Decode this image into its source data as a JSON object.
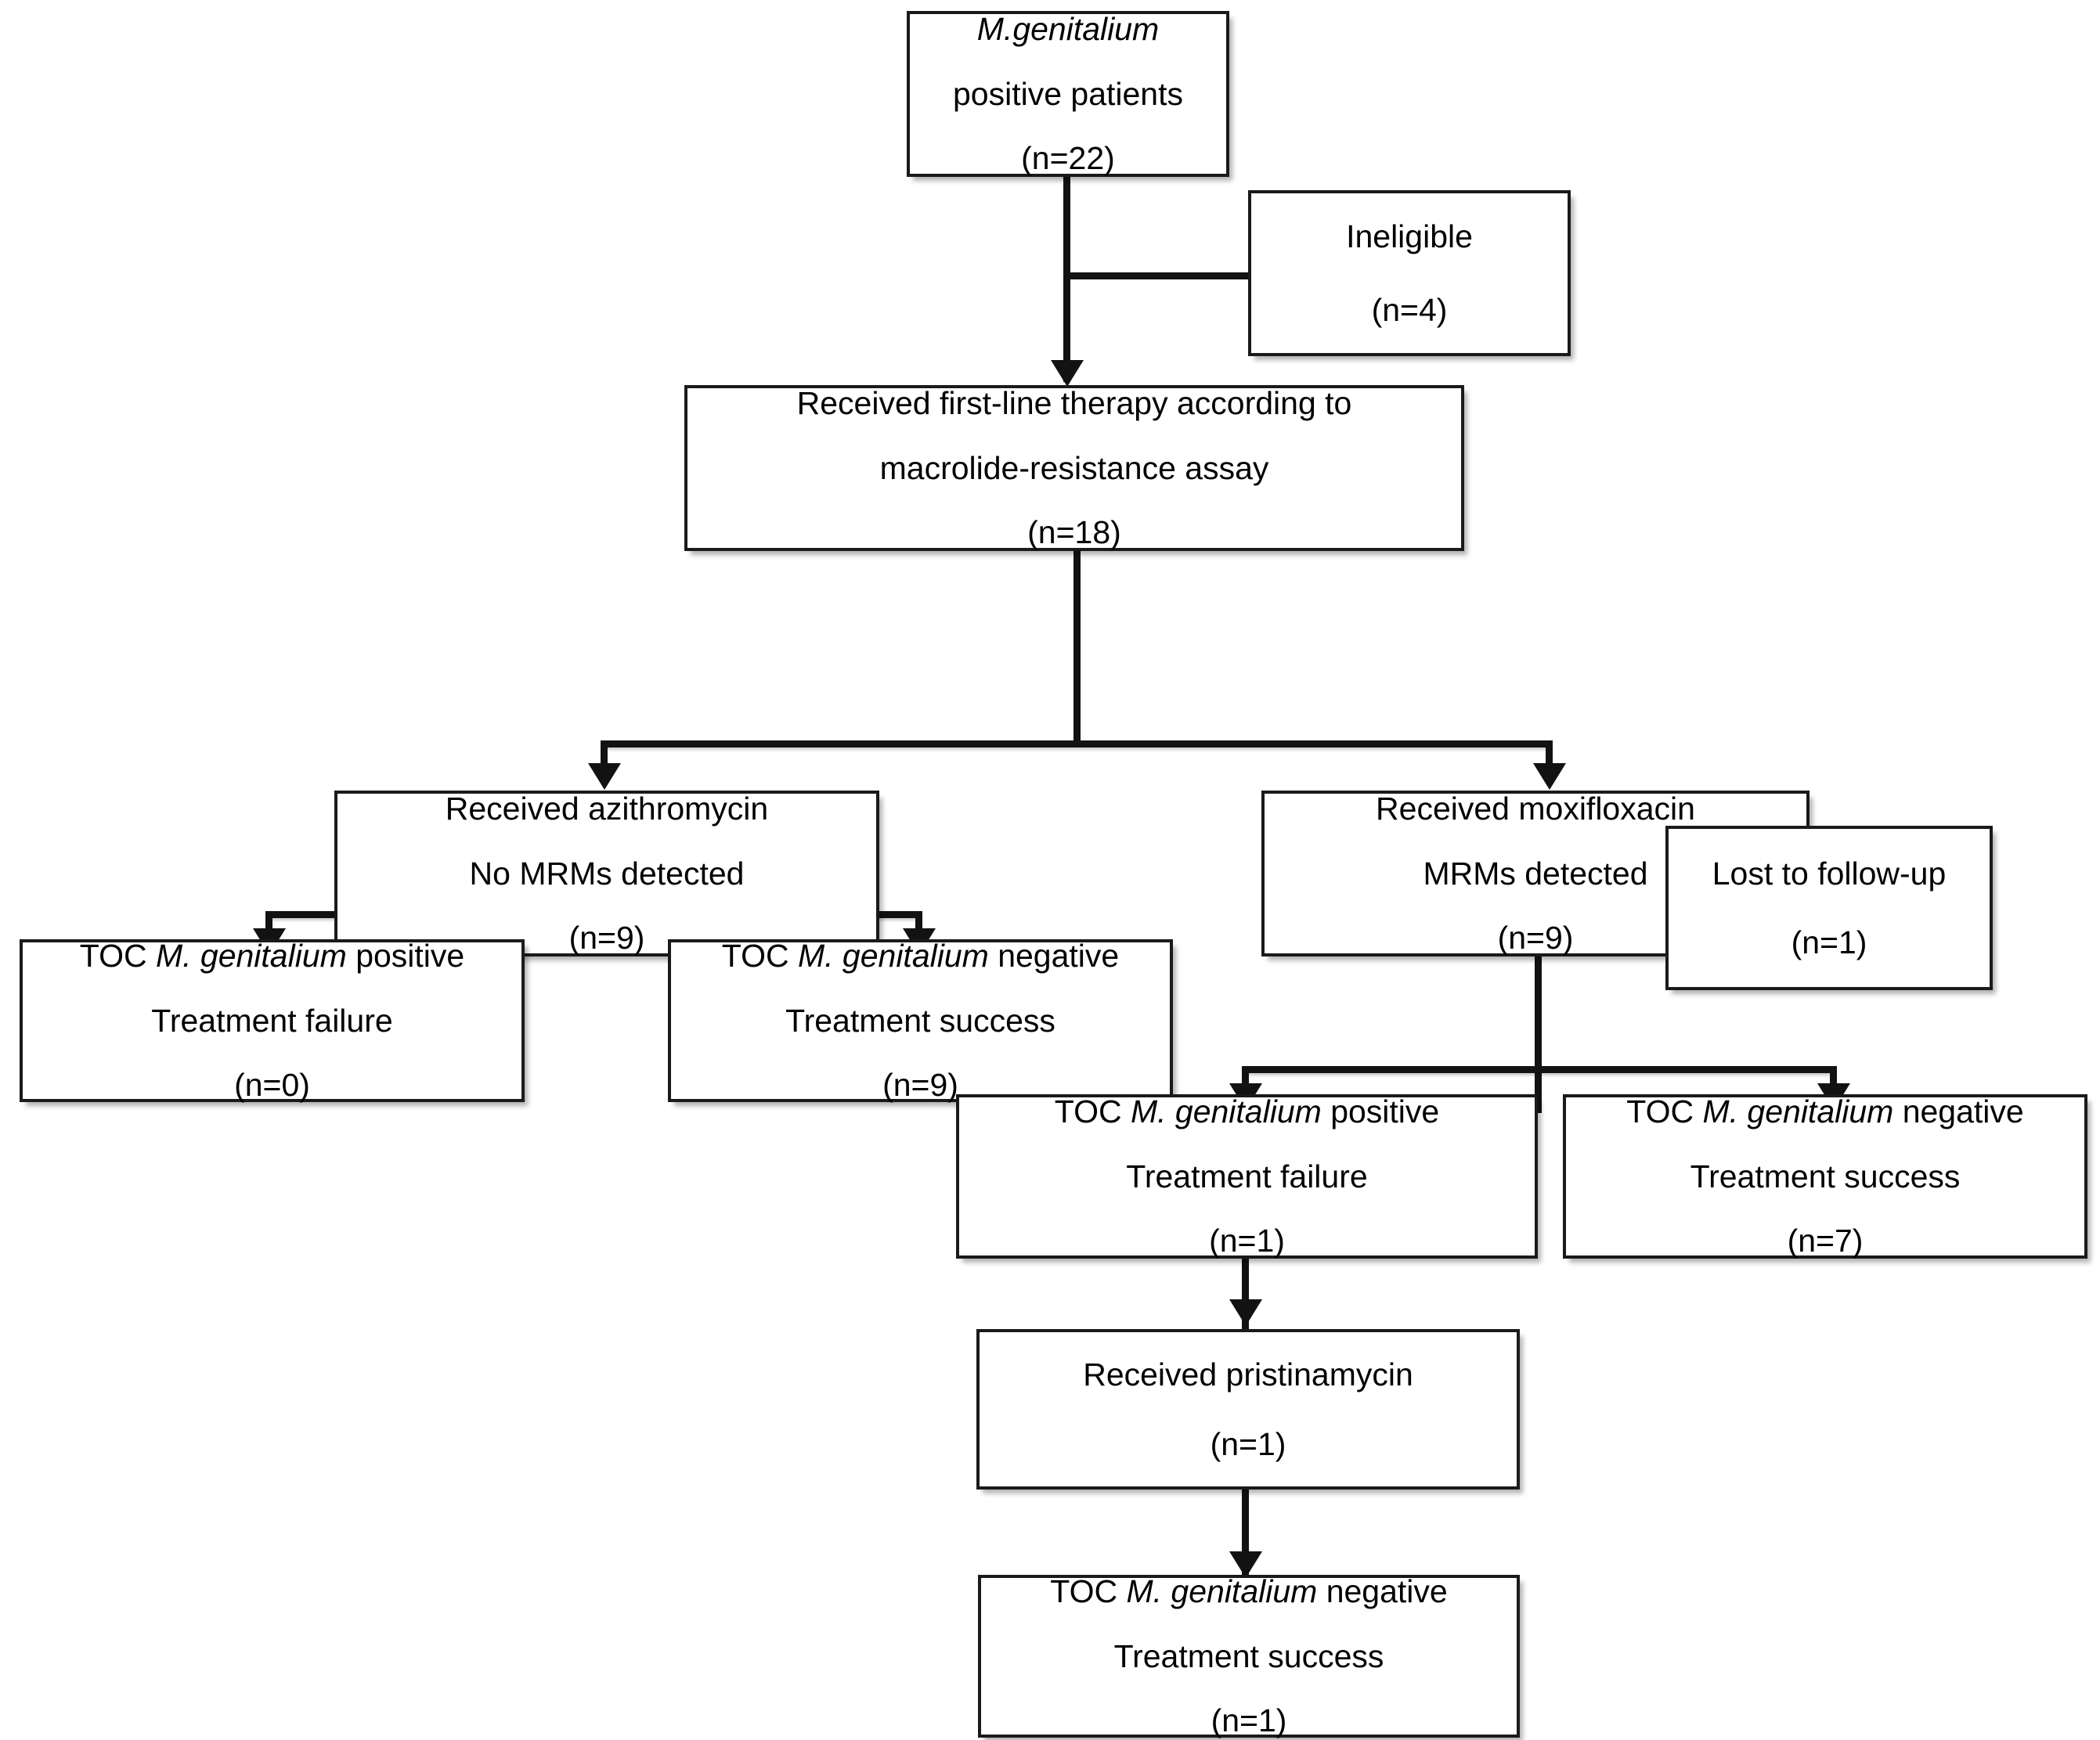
{
  "figure": {
    "title": "M. genitalium treatment flow",
    "accent_color": "#121212",
    "box_border_color": "#1a1a1a",
    "background": "#ffffff"
  },
  "nodes": {
    "source": {
      "line1": "M.genitalium",
      "line2": "positive patients",
      "count": "(n=22)"
    },
    "ineligible": {
      "line1": "Ineligible",
      "count": "(n=4)"
    },
    "first_line": {
      "line1": "Received first-line therapy  according to",
      "line2": "macrolide-resistance assay",
      "count": "(n=18)"
    },
    "azithromycin": {
      "line1": "Received azithromycin",
      "line2": "No MRMs detected",
      "count": "(n=9)"
    },
    "moxifloxacin": {
      "line1": "Received moxifloxacin",
      "line2": "MRMs detected",
      "count": "(n=9)"
    },
    "azi_toc_positive": {
      "prefix": "TOC ",
      "species": "M. genitalium",
      "suffix": " positive",
      "line2": "Treatment failure",
      "count": "(n=0)"
    },
    "azi_toc_negative": {
      "prefix": "TOC ",
      "species": "M. genitalium",
      "suffix": " negative",
      "line2": "Treatment success",
      "count": "(n=9)"
    },
    "lost_to_follow_up": {
      "line1": "Lost to follow-up",
      "count": "(n=1)"
    },
    "moxi_toc_positive": {
      "prefix": "TOC ",
      "species": "M. genitalium",
      "suffix": " positive",
      "line2": "Treatment failure",
      "count": "(n=1)"
    },
    "moxi_toc_negative": {
      "prefix": "TOC ",
      "species": "M. genitalium",
      "suffix": " negative",
      "line2": "Treatment success",
      "count": "(n=7)"
    },
    "pristinamycin": {
      "line1": "Received pristinamycin",
      "count": "(n=1)"
    },
    "final_toc_negative": {
      "prefix": "TOC ",
      "species": "M. genitalium",
      "suffix": " negative",
      "line2": "Treatment success",
      "count": "(n=1)"
    }
  },
  "flow_data": {
    "type": "flowchart",
    "total_positive": 22,
    "ineligible": 4,
    "received_first_line": 18,
    "branches": [
      {
        "arm": "azithromycin",
        "condition": "No MRMs detected",
        "n": 9,
        "outcomes": [
          {
            "label": "TOC M. genitalium positive / Treatment failure",
            "n": 0
          },
          {
            "label": "TOC M. genitalium negative / Treatment success",
            "n": 9
          }
        ]
      },
      {
        "arm": "moxifloxacin",
        "condition": "MRMs detected",
        "n": 9,
        "lost_to_follow_up": 1,
        "outcomes": [
          {
            "label": "TOC M. genitalium positive / Treatment failure",
            "n": 1
          },
          {
            "label": "TOC M. genitalium negative / Treatment success",
            "n": 7
          }
        ],
        "salvage": {
          "label": "Received pristinamycin",
          "n": 1,
          "outcome": {
            "label": "TOC M. genitalium negative / Treatment success",
            "n": 1
          }
        }
      }
    ]
  }
}
